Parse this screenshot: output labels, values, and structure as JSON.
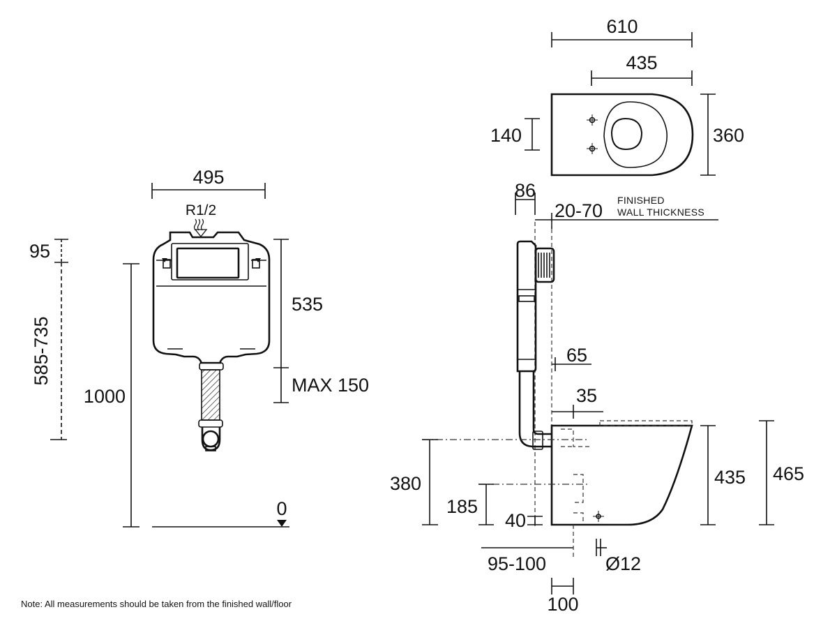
{
  "labels": {
    "front_width": "495",
    "inlet": "R1/2",
    "top_offset": "95",
    "height_range": "585-735",
    "total_height": "1000",
    "cistern_height": "535",
    "max_offset": "MAX 150",
    "floor_zero": "0",
    "pan_length": "610",
    "seat_length": "435",
    "fixing_spacing": "140",
    "pan_width": "360",
    "frame_depth": "86",
    "wall_range": "20-70",
    "wall_note_1": "FINISHED",
    "wall_note_2": "WALL THICKNESS",
    "dim_65": "65",
    "dim_35": "35",
    "outlet_height": "380",
    "supply_height": "185",
    "fixing_height": "40",
    "pan_height": "435",
    "pan_total_height": "465",
    "outlet_offset": "95-100",
    "fixing_diameter": "Ø12",
    "fixing_offset": "100"
  },
  "note": "Note: All measurements should be taken from the finished wall/floor"
}
